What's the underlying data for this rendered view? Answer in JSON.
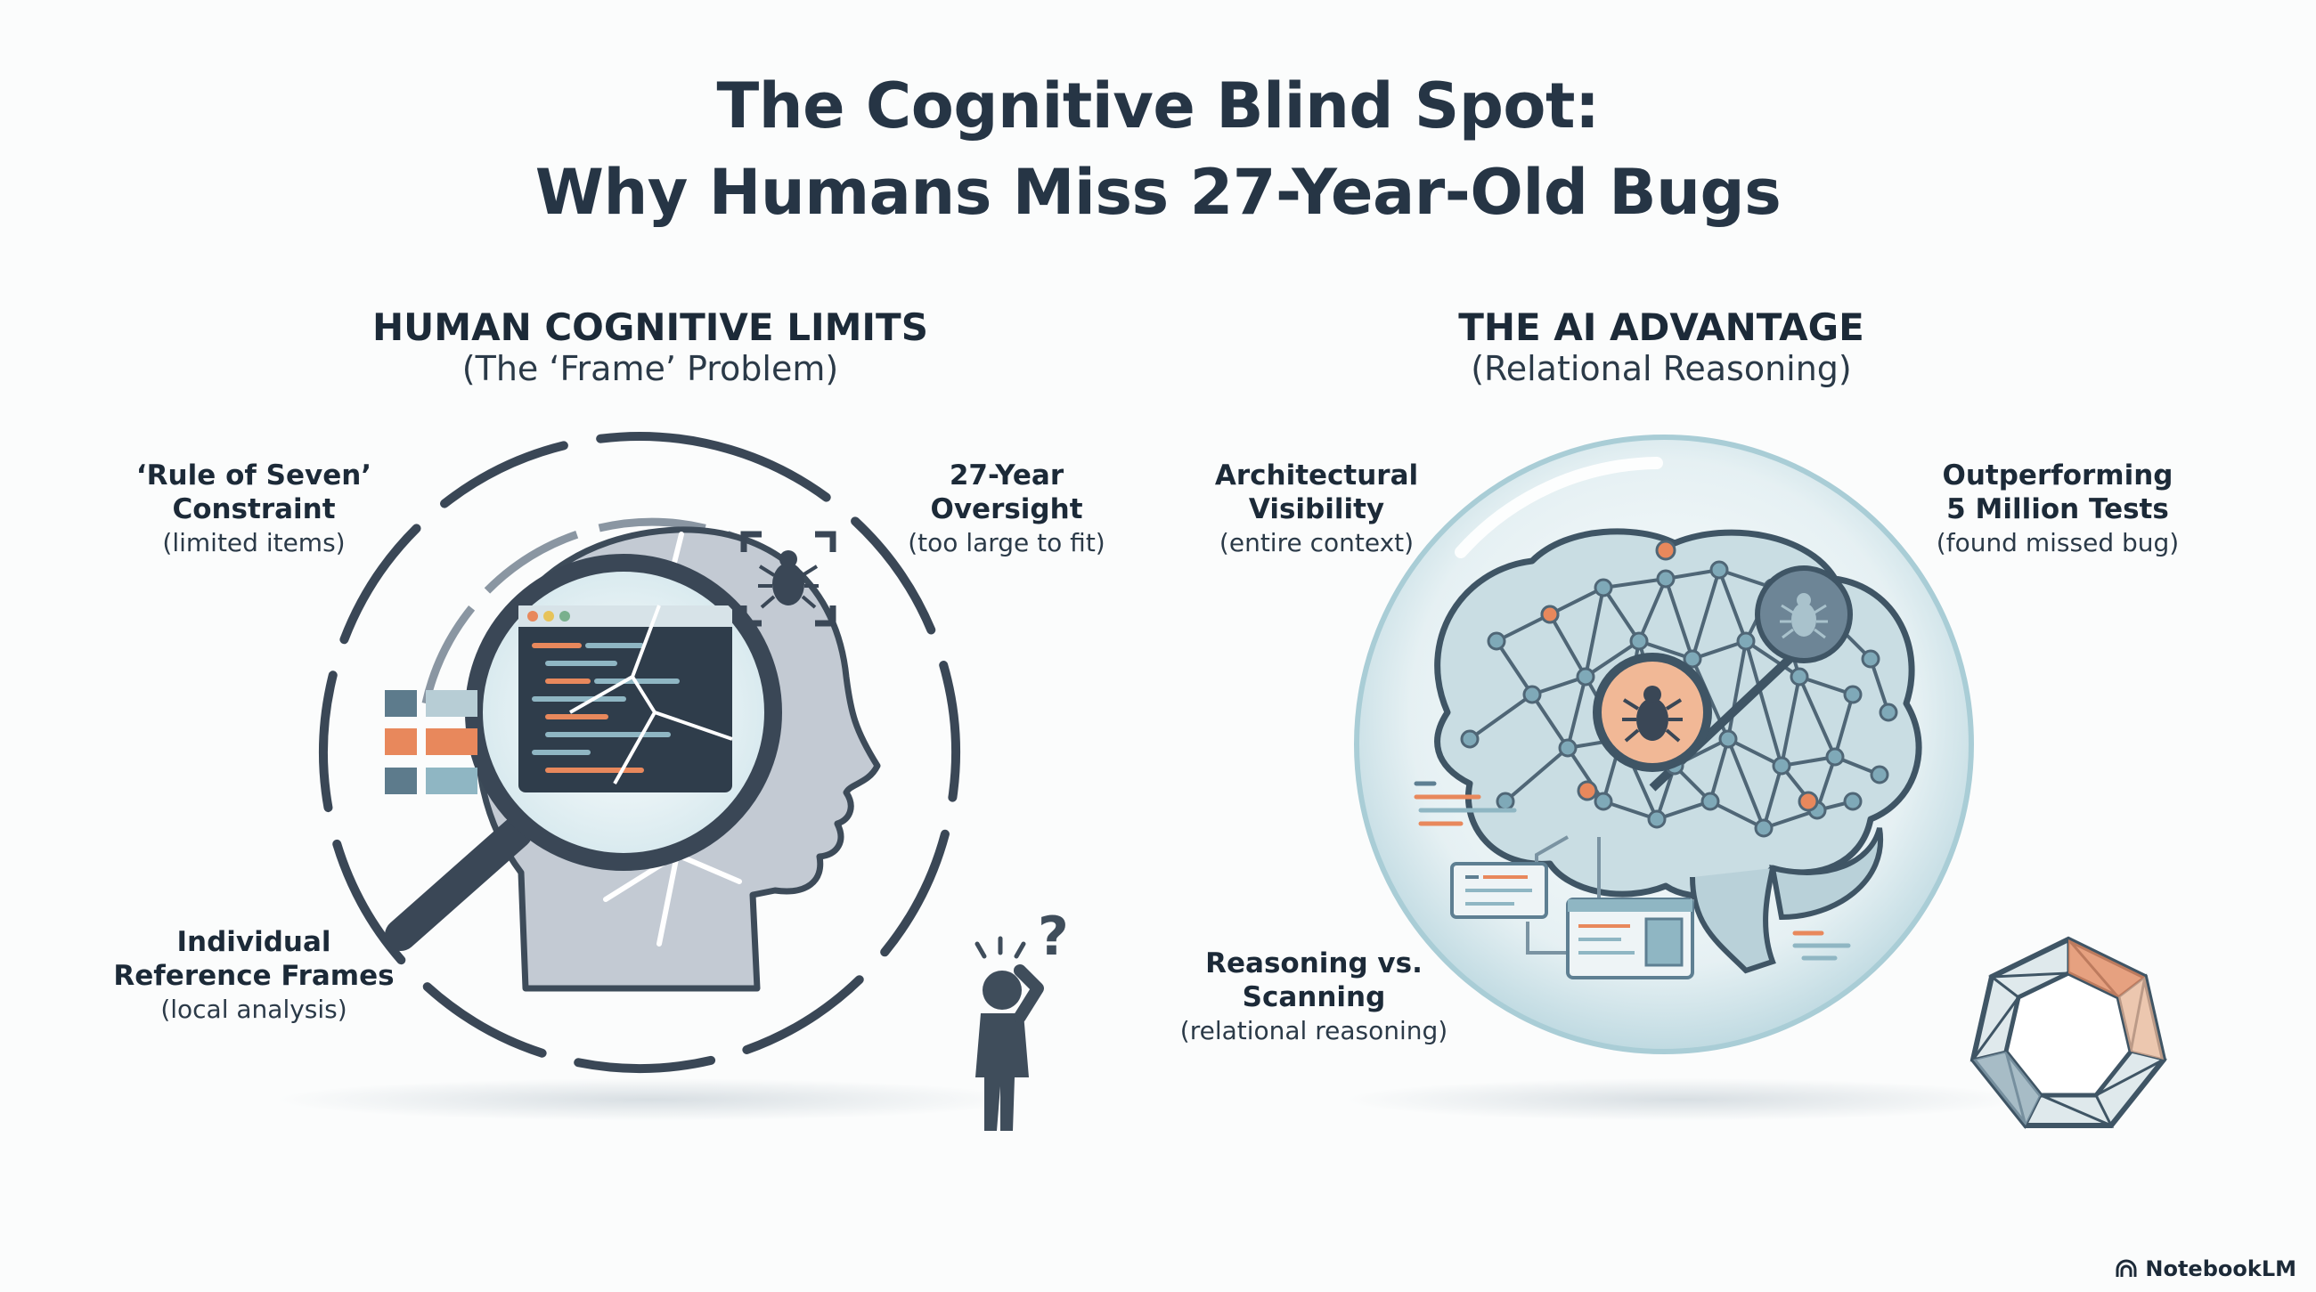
{
  "title": {
    "line1": "The Cognitive Blind Spot:",
    "line2": "Why Humans Miss 27-Year-Old Bugs"
  },
  "left": {
    "heading": "HUMAN COGNITIVE LIMITS",
    "subheading": "(The ‘Frame’ Problem)",
    "labels": [
      {
        "bold": "‘Rule of Seven’",
        "bold2": "Constraint",
        "sub": "(limited items)"
      },
      {
        "bold": "27-Year",
        "bold2": "Oversight",
        "sub": "(too large to fit)"
      },
      {
        "bold": "Individual",
        "bold2": "Reference Frames",
        "sub": "(local analysis)"
      }
    ]
  },
  "right": {
    "heading": "THE AI ADVANTAGE",
    "subheading": "(Relational Reasoning)",
    "labels": [
      {
        "bold": "Architectural",
        "bold2": "Visibility",
        "sub": "(entire context)"
      },
      {
        "bold": "Outperforming",
        "bold2": "5 Million Tests",
        "sub": "(found missed bug)"
      },
      {
        "bold": "Reasoning vs.",
        "bold2": "Scanning",
        "sub": "(relational reasoning)"
      }
    ]
  },
  "brand": {
    "name": "NotebookLM"
  },
  "colors": {
    "dark": "#3f5060",
    "accent": "#e8885c",
    "teal": "#5e8fa1",
    "glass": "#cfe3e8"
  }
}
